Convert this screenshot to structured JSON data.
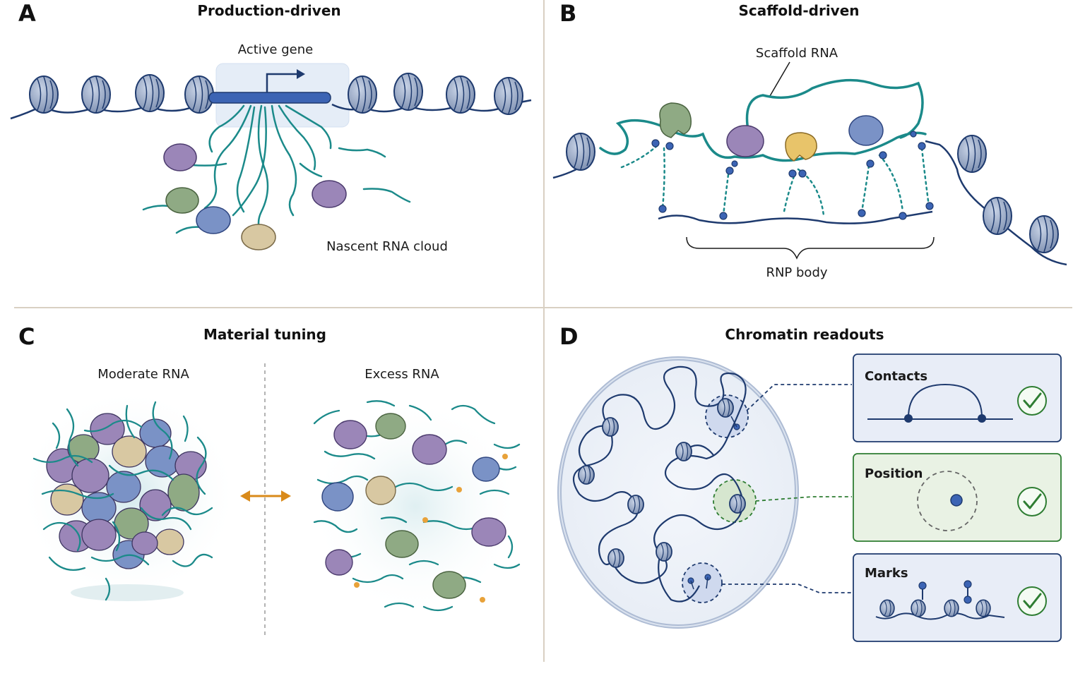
{
  "panels": {
    "a": {
      "letter": "A",
      "title": "Production-driven",
      "active_gene": "Active gene",
      "nascent": "Nascent RNA cloud"
    },
    "b": {
      "letter": "B",
      "title": "Scaffold-driven",
      "scaffold": "Scaffold RNA",
      "rnp_body": "RNP body"
    },
    "c": {
      "letter": "C",
      "title": "Material tuning",
      "moderate": "Moderate RNA",
      "excess": "Excess RNA"
    },
    "d": {
      "letter": "D",
      "title": "Chromatin readouts",
      "contacts": "Contacts",
      "position": "Position",
      "marks": "Marks"
    }
  },
  "colors": {
    "chromatin": "#1e3a6e",
    "rna": "#1b8a8a",
    "nucleosome": "#9fb0cc",
    "protein_purple": "#9b86b8",
    "protein_green": "#8faa84",
    "protein_blue": "#7a92c6",
    "protein_tan": "#d8c8a2",
    "protein_yellow": "#e8c46a",
    "ion_orange": "#e8a23a",
    "check_green": "#2e7d32"
  },
  "icons": [
    "arrow-right-icon",
    "double-arrow-icon",
    "check-icon"
  ]
}
